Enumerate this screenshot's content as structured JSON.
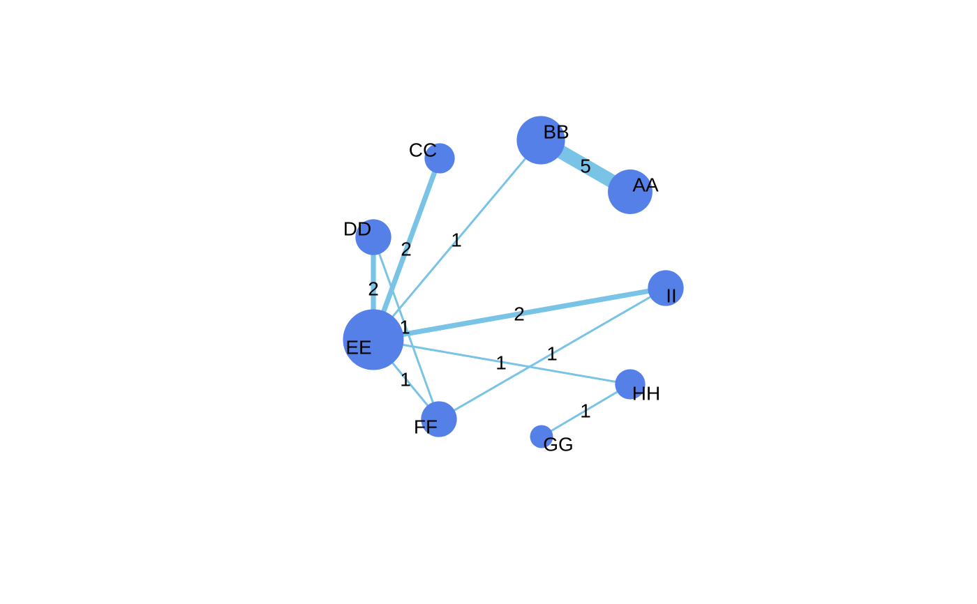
{
  "colors": {
    "edge": "#78c3e6",
    "node": "#5580e8",
    "text": "#000000"
  },
  "network": {
    "nodes": [
      {
        "id": "AA",
        "label": "AA",
        "size_value": 5
      },
      {
        "id": "BB",
        "label": "BB",
        "size_value": 6
      },
      {
        "id": "CC",
        "label": "CC",
        "size_value": 2
      },
      {
        "id": "DD",
        "label": "DD",
        "size_value": 3
      },
      {
        "id": "EE",
        "label": "EE",
        "size_value": 10
      },
      {
        "id": "FF",
        "label": "FF",
        "size_value": 3
      },
      {
        "id": "GG",
        "label": "GG",
        "size_value": 1
      },
      {
        "id": "HH",
        "label": "HH",
        "size_value": 2
      },
      {
        "id": "II",
        "label": "II",
        "size_value": 3
      }
    ],
    "edges": [
      {
        "from": "BB",
        "to": "AA",
        "weight": 5,
        "label": "5"
      },
      {
        "from": "EE",
        "to": "BB",
        "weight": 1,
        "label": "1"
      },
      {
        "from": "EE",
        "to": "CC",
        "weight": 2,
        "label": "2"
      },
      {
        "from": "EE",
        "to": "DD",
        "weight": 2,
        "label": "2"
      },
      {
        "from": "EE",
        "to": "II",
        "weight": 2,
        "label": "2"
      },
      {
        "from": "EE",
        "to": "FF",
        "weight": 1,
        "label": "1"
      },
      {
        "from": "EE",
        "to": "HH",
        "weight": 1,
        "label": "1"
      },
      {
        "from": "DD",
        "to": "FF",
        "weight": 1,
        "label": "1"
      },
      {
        "from": "FF",
        "to": "II",
        "weight": 1,
        "label": "1"
      },
      {
        "from": "HH",
        "to": "GG",
        "weight": 1,
        "label": "1"
      }
    ]
  }
}
